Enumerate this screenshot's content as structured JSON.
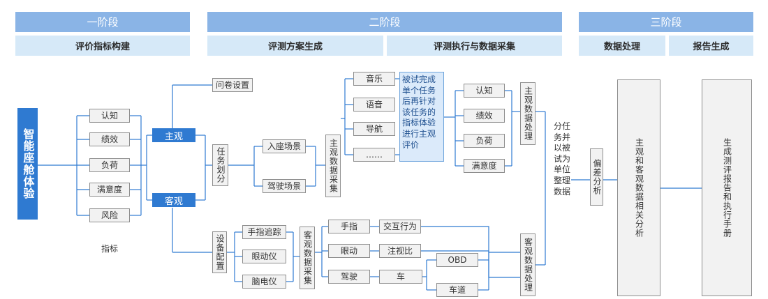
{
  "phases": {
    "phase1": "一阶段",
    "phase2": "二阶段",
    "phase3": "三阶段"
  },
  "sub_headers": {
    "indicator_build": "评价指标构建",
    "plan_gen": "评测方案生成",
    "exec_collect": "评测执行与数据采集",
    "data_proc": "数据处理",
    "report_gen": "报告生成"
  },
  "main_node": "智能座舱体验",
  "indicators": {
    "items": [
      "认知",
      "绩效",
      "负荷",
      "满意度",
      "风险"
    ],
    "caption": "指标"
  },
  "tags": {
    "subjective": "主观",
    "objective": "客观"
  },
  "questionnaire": "问卷设置",
  "task_division": "任务划分",
  "scenes": [
    "入座场景",
    "驾驶场景"
  ],
  "subjective_collect": "主观数据采集",
  "tasks": [
    "音乐",
    "语音",
    "导航",
    "……"
  ],
  "subjective_eval_note": "被试完成单个任务后再针对该任务的指标体验进行主观评价",
  "subjective_metrics": [
    "认知",
    "绩效",
    "负荷",
    "满意度"
  ],
  "subjective_process": "主观数据处理",
  "organize_note": "分任务并以被试为单位整理数据",
  "bias_analysis": "偏差分析",
  "correlation": "主观和客观数据相关分析",
  "report": "生成测评报告和执行手册",
  "device_config": "设备配置",
  "devices": [
    "手指追踪",
    "眼动仪",
    "脑电仪"
  ],
  "objective_collect": "客观数据采集",
  "objective_sources": [
    "手指",
    "眼动",
    "驾驶"
  ],
  "objective_measures": [
    "交互行为",
    "注视比",
    "车"
  ],
  "vehicle_data": [
    "OBD",
    "车道"
  ],
  "objective_process": "客观数据处理",
  "colors": {
    "header": "#8ab4e6",
    "subheader": "#d6e9f8",
    "primary": "#2f7ad1",
    "highlight": "#dbeafa",
    "node_fill": "#f2f2f2",
    "line": "#2f7ad1"
  }
}
